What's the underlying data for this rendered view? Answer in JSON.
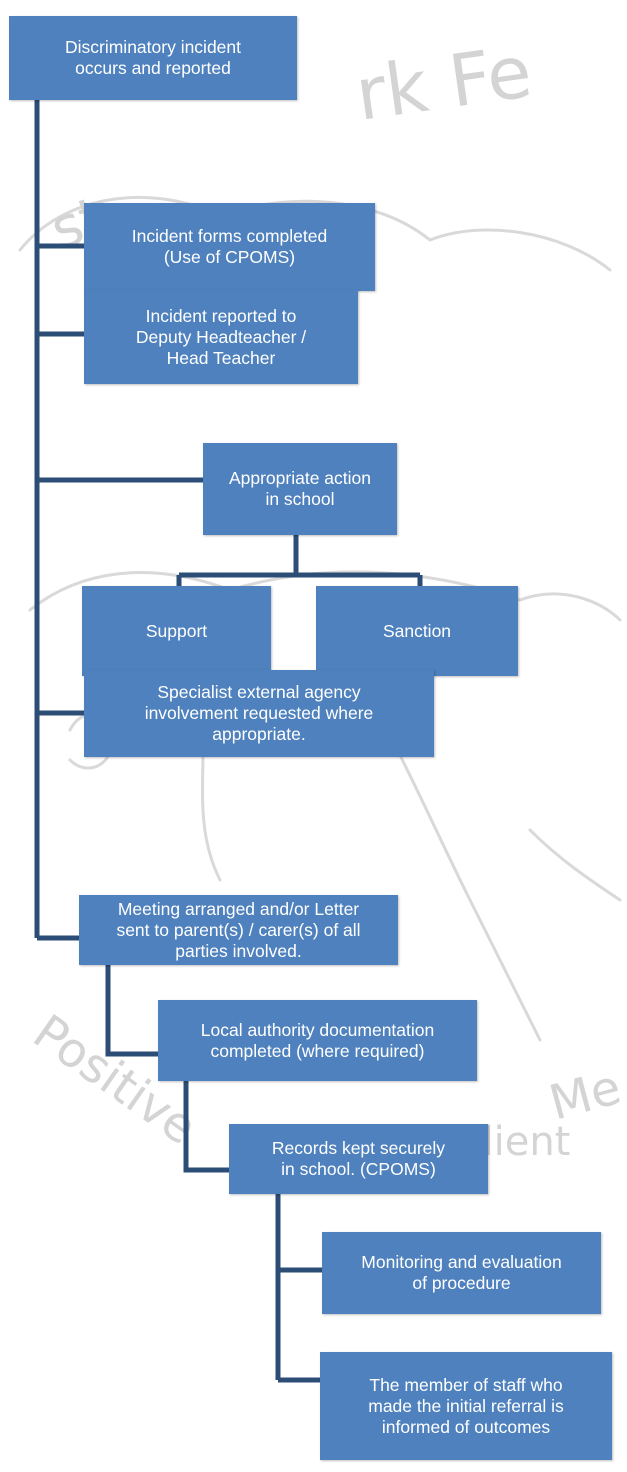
{
  "steps": {
    "incident_reported": "Discriminatory incident\noccurs and reported",
    "forms_completed": "Incident forms completed\n(Use of CPOMS)",
    "reported_to_head": "Incident reported to\nDeputy Headteacher /\nHead Teacher",
    "appropriate_action": "Appropriate action\nin school",
    "support": "Support",
    "sanction": "Sanction",
    "specialist_agency": "Specialist external agency\ninvolvement requested where\nappropriate.",
    "meeting_arranged": "Meeting arranged and/or Letter\nsent to parent(s) / carer(s) of all\nparties involved.",
    "local_authority": "Local authority documentation\ncompleted (where required)",
    "records_kept": "Records kept securely\nin school. (CPOMS)",
    "monitoring": "Monitoring and evaluation\nof procedure",
    "staff_informed": "The member of staff who\nmade the initial referral is\ninformed of outcomes"
  },
  "colors": {
    "box_fill": "#4e81bd",
    "connector": "#2c4d75",
    "text": "#ffffff"
  }
}
